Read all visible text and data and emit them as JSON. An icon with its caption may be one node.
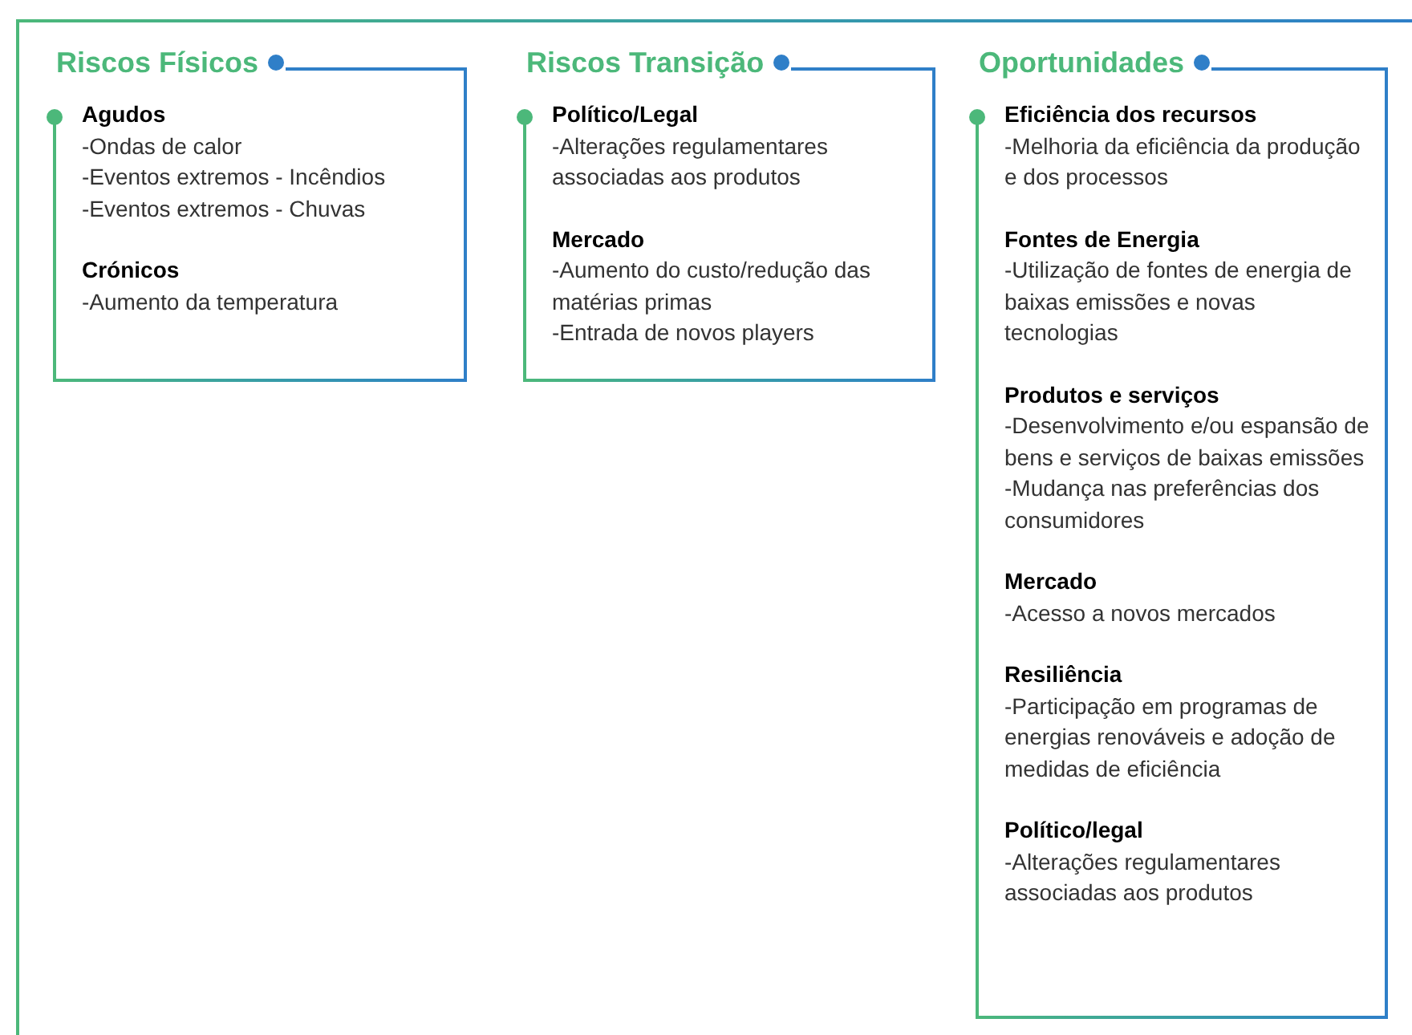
{
  "diagram": {
    "nodes": [
      {
        "text": [
          "Riscos Físicos",
          "Agudos",
          "-Ondas de calor",
          "-Eventos extremos - Incêndios",
          "-Eventos extremos - Chuvas",
          "Crónicos",
          "-Aumento da temperatura"
        ]
      },
      {
        "text": [
          "Riscos Transição",
          "Político/Legal",
          "-Alterações regulamentares associadas aos produtos",
          "Mercado",
          "-Aumento do custo/redução das matérias primas",
          "-Entrada de novos players"
        ]
      },
      {
        "text": [
          "Oportunidades",
          "Eficiência dos recursos",
          "-Melhoria da eficiência da produção e dos processos",
          "Fontes de Energia",
          "-Utilização de fontes de energia de baixas emissões e novas tecnologias",
          "Produtos e serviços",
          "-Desenvolvimento e/ou espansão de bens e serviços de baixas emissões",
          "-Mudança nas preferências dos consumidores",
          "Mercado",
          "-Acesso a novos mercados",
          "Resiliência",
          "-Participação em programas de energias renováveis e adoção de medidas de eficiência",
          "Político/legal",
          "-Alterações regulamentares associadas aos produtos"
        ]
      }
    ]
  }
}
